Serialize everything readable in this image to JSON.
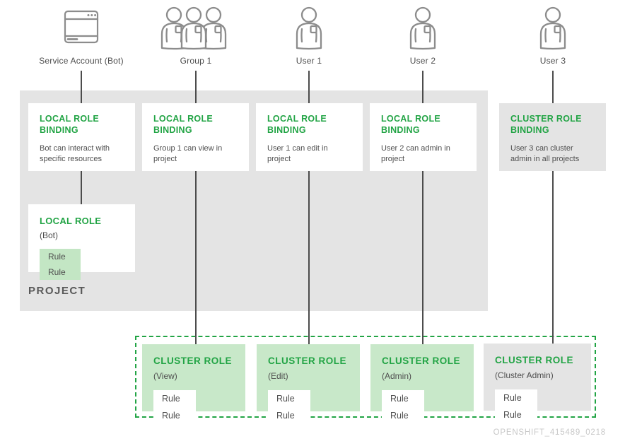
{
  "colors": {
    "accent_green": "#22a445",
    "light_green_fill": "#c8e8c9",
    "rule_chip_green": "#c3e6c4",
    "panel_gray": "#e4e4e4",
    "text_dark": "#4f4f4f",
    "line_gray": "#4c4c4c",
    "icon_stroke": "#8c8c8c",
    "watermark_gray": "#c8c8c8"
  },
  "actors": [
    {
      "label": "Service Account (Bot)",
      "icon": "service-account-icon"
    },
    {
      "label": "Group 1",
      "icon": "group-icon"
    },
    {
      "label": "User 1",
      "icon": "user-icon"
    },
    {
      "label": "User 2",
      "icon": "user-icon"
    },
    {
      "label": "User 3",
      "icon": "user-icon"
    }
  ],
  "project": {
    "label": "PROJECT",
    "bindings": [
      {
        "title": "LOCAL ROLE BINDING",
        "description": "Bot can interact with specific resources"
      },
      {
        "title": "LOCAL ROLE BINDING",
        "description": "Group 1 can view in project"
      },
      {
        "title": "LOCAL ROLE BINDING",
        "description": "User 1 can edit in project"
      },
      {
        "title": "LOCAL ROLE BINDING",
        "description": "User 2 can admin in project"
      }
    ],
    "local_role": {
      "title": "LOCAL ROLE",
      "subtitle": "(Bot)",
      "rules": [
        "Rule",
        "Rule"
      ]
    }
  },
  "cluster_role_binding": {
    "title": "CLUSTER ROLE BINDING",
    "description": "User 3 can cluster admin in all projects"
  },
  "cluster_roles": [
    {
      "title": "CLUSTER ROLE",
      "subtitle": "(View)",
      "rules": [
        "Rule",
        "Rule"
      ],
      "variant": "green"
    },
    {
      "title": "CLUSTER ROLE",
      "subtitle": "(Edit)",
      "rules": [
        "Rule",
        "Rule"
      ],
      "variant": "green"
    },
    {
      "title": "CLUSTER ROLE",
      "subtitle": "(Admin)",
      "rules": [
        "Rule",
        "Rule"
      ],
      "variant": "green"
    },
    {
      "title": "CLUSTER ROLE",
      "subtitle": "(Cluster Admin)",
      "rules": [
        "Rule",
        "Rule"
      ],
      "variant": "gray"
    }
  ],
  "footer": "OPENSHIFT_415489_0218"
}
